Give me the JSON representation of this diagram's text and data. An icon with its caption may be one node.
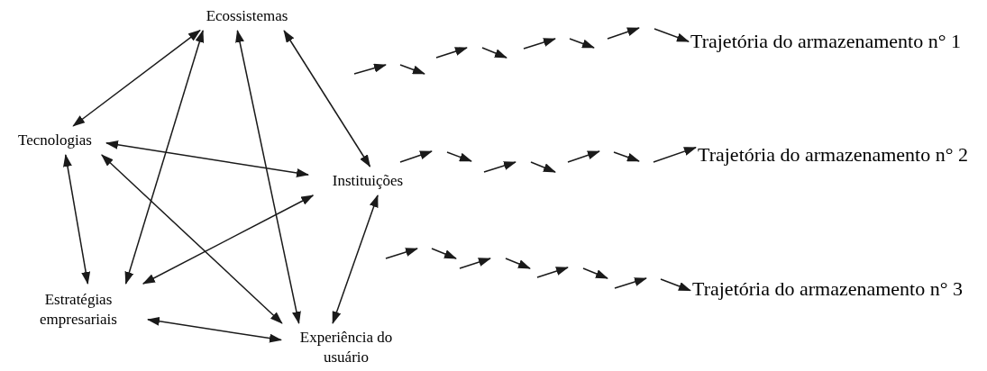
{
  "diagram": {
    "nodes": [
      {
        "text": [
          "Ecossistemas"
        ]
      },
      {
        "text": [
          "Tecnologias"
        ]
      },
      {
        "text": [
          "Instituições"
        ]
      },
      {
        "text": [
          "Estratégias empresariais"
        ]
      },
      {
        "text": [
          "Experiência do usuário"
        ]
      },
      {
        "text": [
          "Trajetória do armazenamento n° 1"
        ]
      },
      {
        "text": [
          "Trajetória do armazenamento n° 2"
        ]
      },
      {
        "text": [
          "Trajetória do armazenamento n° 3"
        ]
      }
    ],
    "edges": [
      {
        "from": 0,
        "to": 1,
        "arrow": "both"
      },
      {
        "from": 0,
        "to": 2,
        "arrow": "both"
      },
      {
        "from": 1,
        "to": 2,
        "arrow": "both"
      },
      {
        "from": 1,
        "to": 3,
        "arrow": "both"
      },
      {
        "from": 1,
        "to": 4,
        "arrow": "both"
      },
      {
        "from": 0,
        "to": 3,
        "arrow": "both"
      },
      {
        "from": 0,
        "to": 4,
        "arrow": "both"
      },
      {
        "from": 2,
        "to": 3,
        "arrow": "both"
      },
      {
        "from": 2,
        "to": 4,
        "arrow": "both"
      },
      {
        "from": 3,
        "to": 4,
        "arrow": "both"
      },
      {
        "from": null,
        "to": 5,
        "arrow": "to"
      },
      {
        "from": null,
        "to": 6,
        "arrow": "to"
      },
      {
        "from": null,
        "to": 7,
        "arrow": "to"
      }
    ]
  }
}
